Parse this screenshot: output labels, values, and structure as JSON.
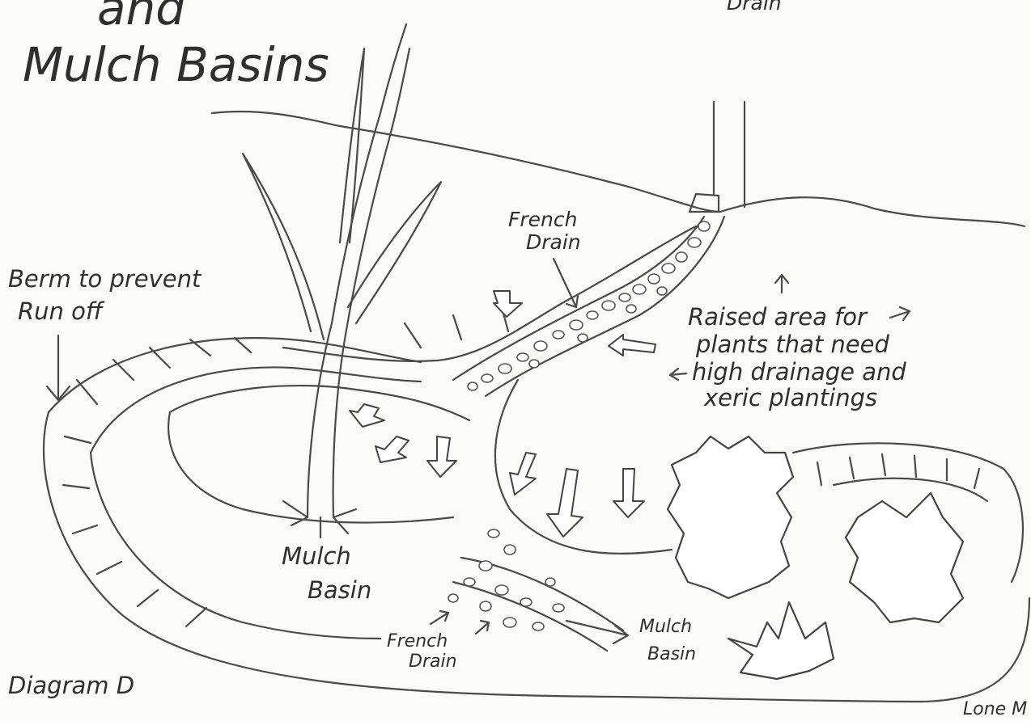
{
  "title": {
    "line1": "and",
    "line2": "Mulch Basins"
  },
  "top_partial_label": "Drain",
  "labels": {
    "berm_line1": "Berm to prevent",
    "berm_line2": "Run off",
    "french_drain_top_line1": "French",
    "french_drain_top_line2": "Drain",
    "raised_line1": "Raised area for",
    "raised_line2": "plants that need",
    "raised_line3": "high drainage and",
    "raised_line4": "xeric plantings",
    "mulch_basin_left_line1": "Mulch",
    "mulch_basin_left_line2": "Basin",
    "french_drain_bottom_line1": "French",
    "french_drain_bottom_line2": "Drain",
    "mulch_basin_right_line1": "Mulch",
    "mulch_basin_right_line2": "Basin",
    "diagram_id": "Diagram D",
    "signature": "Lone M"
  },
  "colors": {
    "paper": "#fbfbf9",
    "pencil": "#4a4a4a"
  }
}
